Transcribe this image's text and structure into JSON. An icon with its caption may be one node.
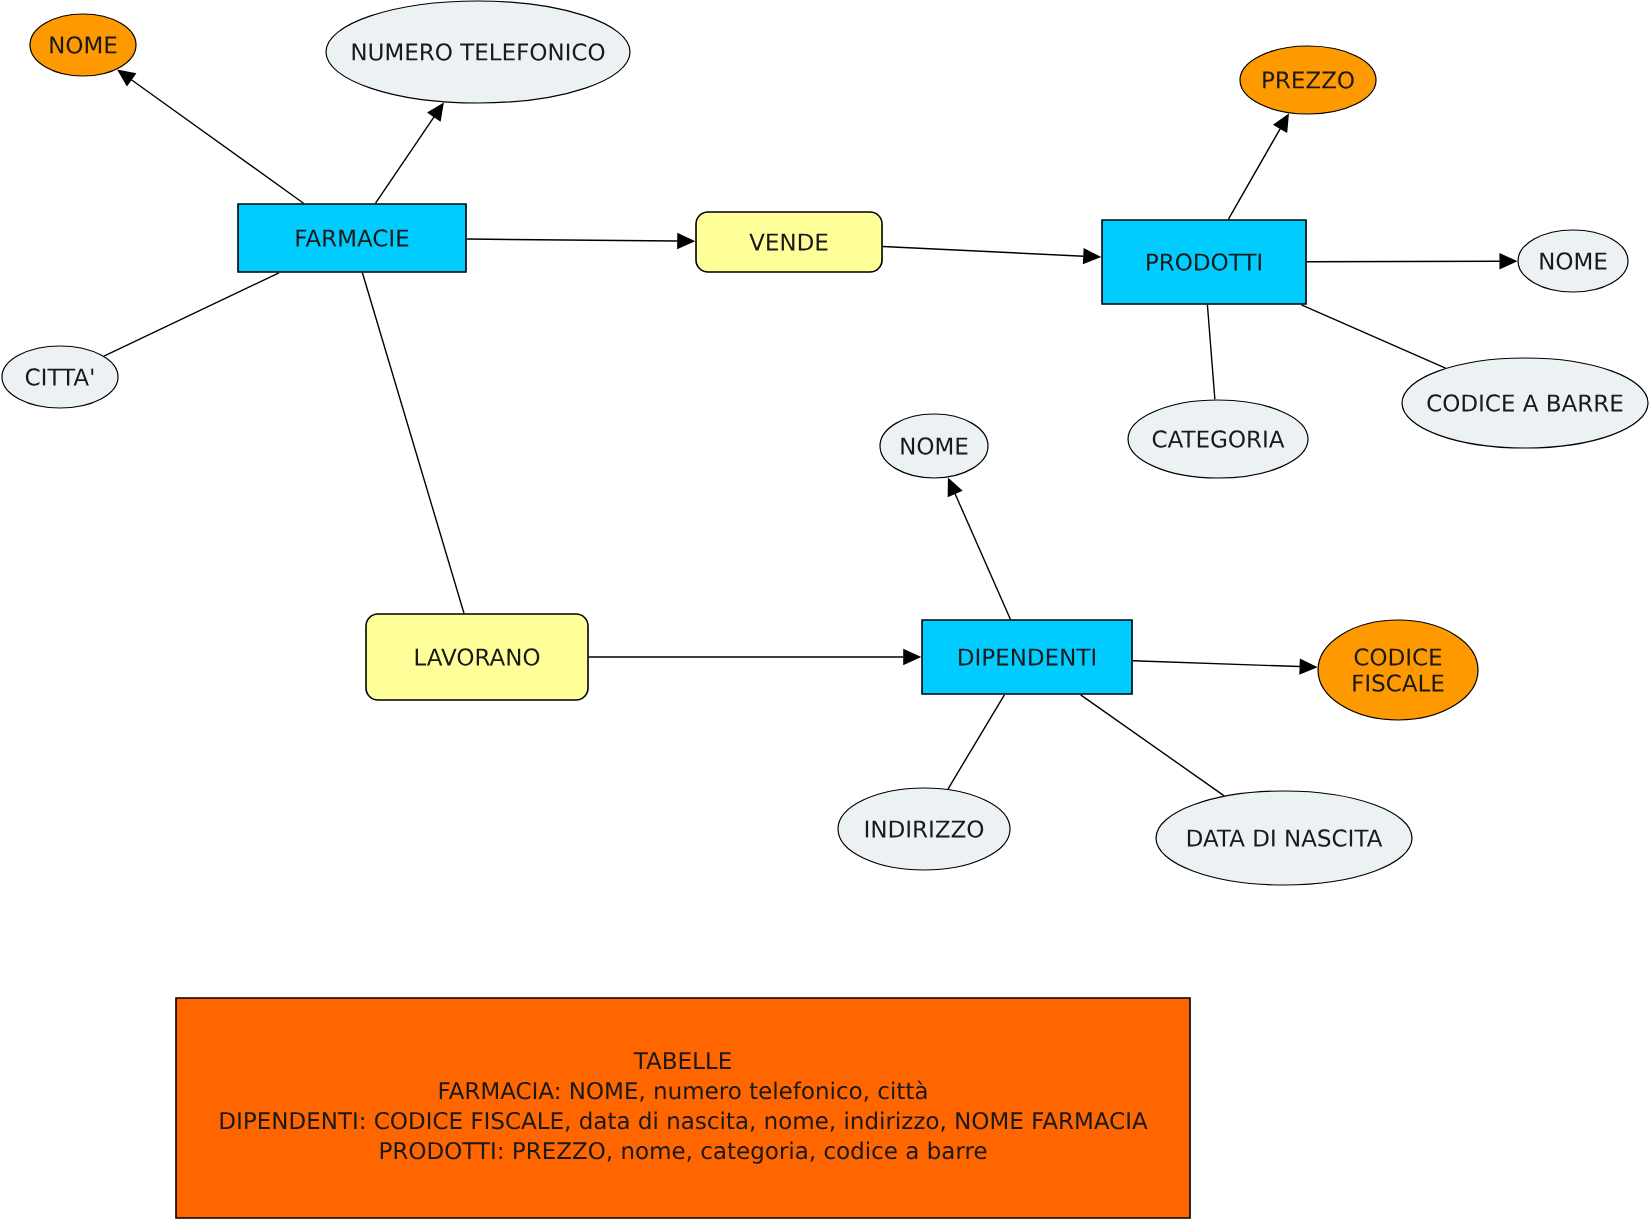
{
  "diagram": {
    "nodes": [
      {
        "text": [
          "FARMACIE"
        ]
      },
      {
        "text": [
          "NOME"
        ]
      },
      {
        "text": [
          "NUMERO TELEFONICO"
        ]
      },
      {
        "text": [
          "CITTA'"
        ]
      },
      {
        "text": [
          "VENDE"
        ]
      },
      {
        "text": [
          "PRODOTTI"
        ]
      },
      {
        "text": [
          "PREZZO"
        ]
      },
      {
        "text": [
          "NOME"
        ]
      },
      {
        "text": [
          "CATEGORIA"
        ]
      },
      {
        "text": [
          "CODICE A BARRE"
        ]
      },
      {
        "text": [
          "NOME"
        ]
      },
      {
        "text": [
          "LAVORANO"
        ]
      },
      {
        "text": [
          "DIPENDENTI"
        ]
      },
      {
        "text": [
          "CODICE FISCALE"
        ]
      },
      {
        "text": [
          "INDIRIZZO"
        ]
      },
      {
        "text": [
          "DATA DI NASCITA"
        ]
      },
      {
        "text": [
          "TABELLE",
          "FARMACIA: NOME, numero telefonico, città",
          "DIPENDENTI: CODICE FISCALE, data di nascita, nome, indirizzo, NOME FARMACIA",
          "PRODOTTI: PREZZO, nome, categoria, codice a barre"
        ]
      }
    ],
    "edges": [
      {
        "from": 0,
        "to": 1,
        "arrow": "to"
      },
      {
        "from": 0,
        "to": 2,
        "arrow": "to"
      },
      {
        "from": 0,
        "to": 3,
        "arrow": "none"
      },
      {
        "from": 0,
        "to": 4,
        "arrow": "to"
      },
      {
        "from": 4,
        "to": 5,
        "arrow": "to"
      },
      {
        "from": 5,
        "to": 6,
        "arrow": "to"
      },
      {
        "from": 5,
        "to": 7,
        "arrow": "to"
      },
      {
        "from": 5,
        "to": 8,
        "arrow": "none"
      },
      {
        "from": 5,
        "to": 9,
        "arrow": "none"
      },
      {
        "from": 0,
        "to": 11,
        "arrow": "none"
      },
      {
        "from": 11,
        "to": 12,
        "arrow": "to"
      },
      {
        "from": 12,
        "to": 10,
        "arrow": "to"
      },
      {
        "from": 12,
        "to": 13,
        "arrow": "to"
      },
      {
        "from": 12,
        "to": 14,
        "arrow": "none"
      },
      {
        "from": 12,
        "to": 15,
        "arrow": "none"
      }
    ]
  }
}
